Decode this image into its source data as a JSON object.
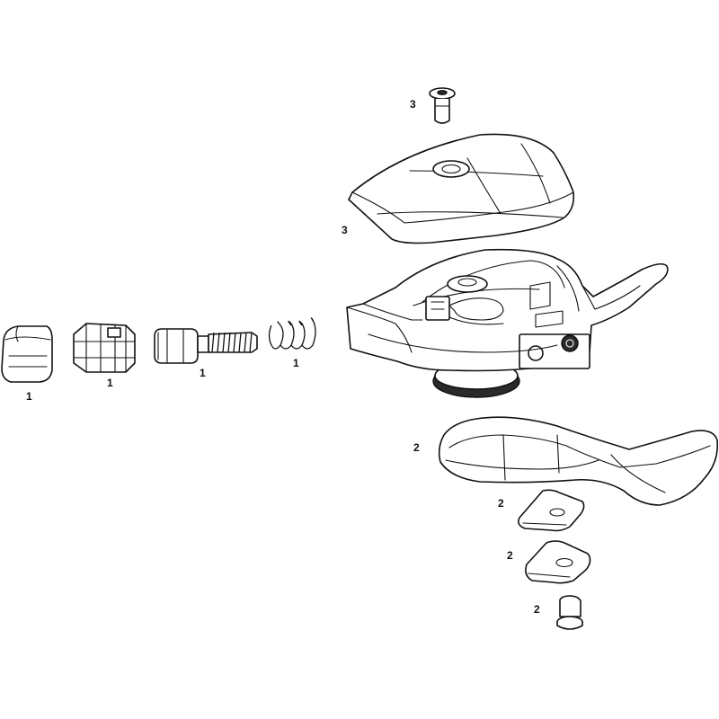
{
  "diagram": {
    "type": "exploded-parts-view",
    "callouts": {
      "c1": "1",
      "c2": "1",
      "c3": "1",
      "c4": "1",
      "c5": "3",
      "c6": "3",
      "c7": "2",
      "c8": "2",
      "c9": "2",
      "c10": "2"
    }
  }
}
